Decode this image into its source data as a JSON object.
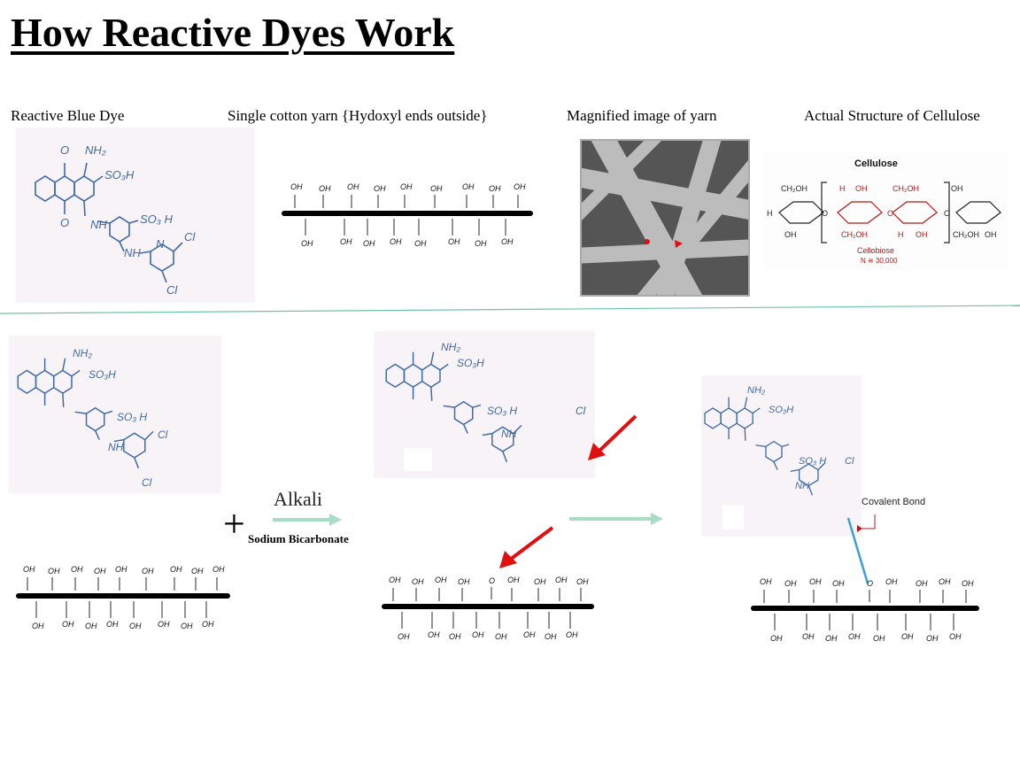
{
  "title": "How Reactive Dyes Work",
  "captions": {
    "dye": "Reactive Blue Dye",
    "yarn": "Single cotton yarn {Hydoxyl ends outside}",
    "magnified": "Magnified image of yarn",
    "cellulose": "Actual Structure of Cellulose"
  },
  "dye_labels": {
    "nh2": "NH₂",
    "so3h": "SO₃H",
    "so3h_b": "SO₃ H",
    "nh": "NH",
    "cl": "Cl",
    "n": "N",
    "o": "O"
  },
  "oh_label": "OH",
  "o_label": "O",
  "cellulose": {
    "title": "Cellulose",
    "ch2oh": "CH₂OH",
    "oh": "OH",
    "h": "H",
    "o": "O",
    "cellobiose": "Cellobiose",
    "n_value": "N ≅ 30,000"
  },
  "reaction": {
    "plus": "+",
    "alkali": "Alkali",
    "reagent": "Sodium Bicarbonate",
    "bond_label": "Covalent Bond"
  },
  "colors": {
    "dye_ink": "#3d6aa8",
    "arrow_red": "#e01010",
    "arrow_green": "#a8dcc4",
    "bond_blue": "#3aa0d8",
    "cellobiose_red": "#b01818"
  }
}
